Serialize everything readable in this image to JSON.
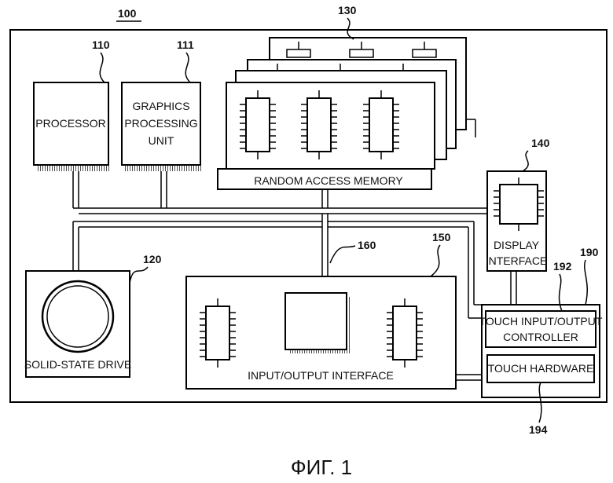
{
  "figure": {
    "ref": "100",
    "caption": "ФИГ. 1"
  },
  "components": {
    "processor": {
      "ref": "110",
      "label": "PROCESSOR"
    },
    "gpu": {
      "ref": "111",
      "label_lines": [
        "GRAPHICS",
        "PROCESSING",
        "UNIT"
      ]
    },
    "ram": {
      "ref": "130",
      "label": "RANDOM ACCESS MEMORY"
    },
    "display": {
      "ref": "140",
      "label_lines": [
        "DISPLAY",
        "INTERFACE"
      ]
    },
    "ssd": {
      "ref": "120",
      "label": "SOLID-STATE DRIVE"
    },
    "bus": {
      "ref": "160"
    },
    "io": {
      "ref": "150",
      "label": "INPUT/OUTPUT INTERFACE"
    },
    "touch": {
      "ref": "190"
    },
    "touch_controller": {
      "ref": "192",
      "label_lines": [
        "TOUCH INPUT/OUTPUT",
        "CONTROLLER"
      ]
    },
    "touch_hardware": {
      "ref": "194",
      "label": "TOUCH HARDWARE"
    }
  }
}
